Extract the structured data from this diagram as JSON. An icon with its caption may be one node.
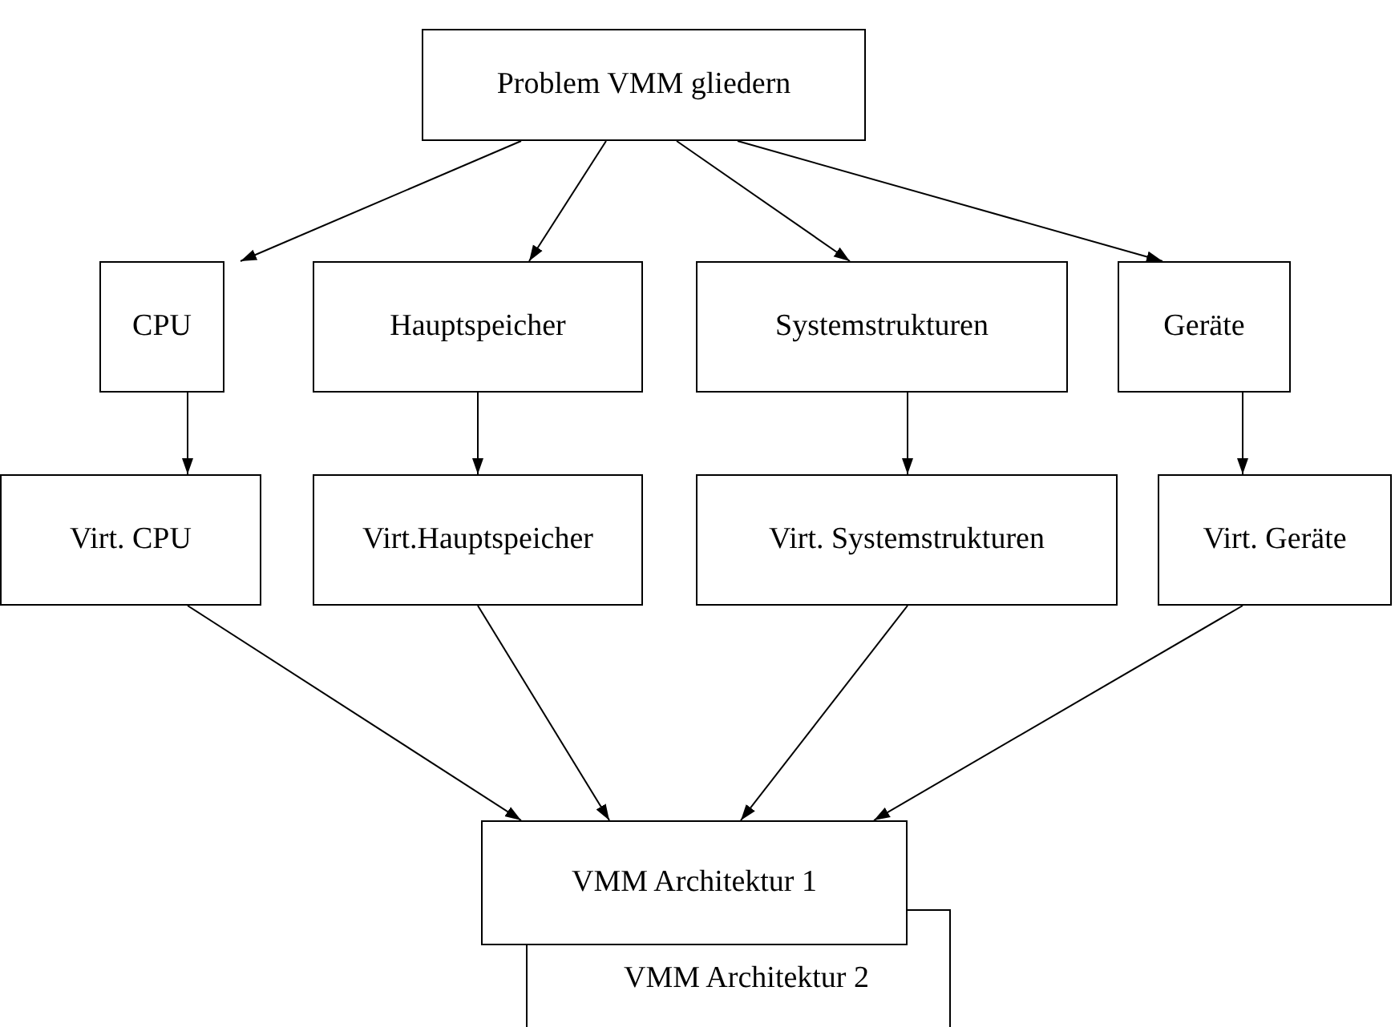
{
  "diagram": {
    "nodes": [
      {
        "text": [
          "Problem VMM gliedern"
        ]
      },
      {
        "text": [
          "CPU"
        ]
      },
      {
        "text": [
          "Hauptspeicher"
        ]
      },
      {
        "text": [
          "Systemstrukturen"
        ]
      },
      {
        "text": [
          "Geräte"
        ]
      },
      {
        "text": [
          "Virt. CPU"
        ]
      },
      {
        "text": [
          "Virt.Hauptspeicher"
        ]
      },
      {
        "text": [
          "Virt. Systemstrukturen"
        ]
      },
      {
        "text": [
          "Virt. Geräte"
        ]
      },
      {
        "text": [
          "VMM Architektur 1"
        ]
      },
      {
        "text": [
          "VMM Architektur 2"
        ]
      }
    ],
    "edges": [
      {
        "from": 0,
        "to": 1,
        "arrow": "to"
      },
      {
        "from": 0,
        "to": 2,
        "arrow": "to"
      },
      {
        "from": 0,
        "to": 3,
        "arrow": "to"
      },
      {
        "from": 0,
        "to": 4,
        "arrow": "to"
      },
      {
        "from": 1,
        "to": 5,
        "arrow": "to"
      },
      {
        "from": 2,
        "to": 6,
        "arrow": "to"
      },
      {
        "from": 3,
        "to": 7,
        "arrow": "to"
      },
      {
        "from": 4,
        "to": 8,
        "arrow": "to"
      },
      {
        "from": 5,
        "to": 9,
        "arrow": "to"
      },
      {
        "from": 6,
        "to": 9,
        "arrow": "to"
      },
      {
        "from": 7,
        "to": 9,
        "arrow": "to"
      },
      {
        "from": 8,
        "to": 9,
        "arrow": "to"
      }
    ]
  }
}
